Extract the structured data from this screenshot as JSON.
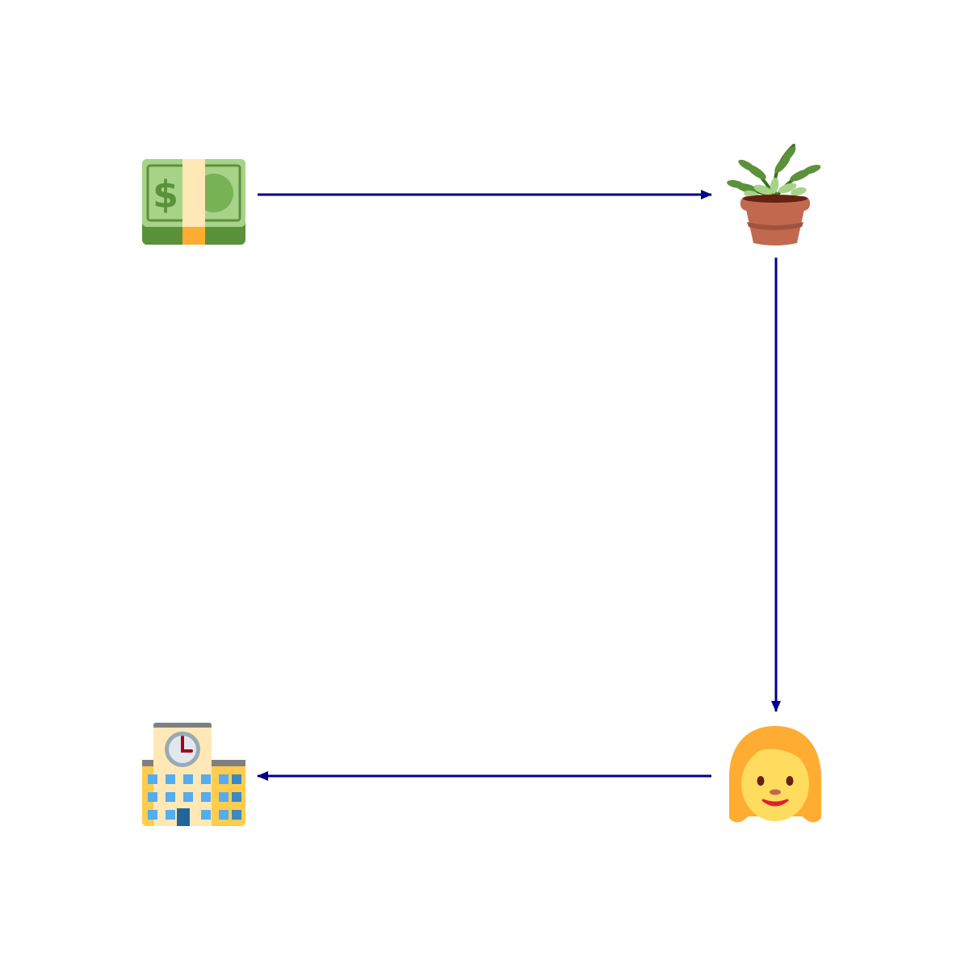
{
  "diagram": {
    "type": "flow-cycle",
    "nodes": [
      {
        "id": "money",
        "icon": "dollar-banknote-icon"
      },
      {
        "id": "plant",
        "icon": "potted-plant-icon"
      },
      {
        "id": "woman",
        "icon": "woman-icon"
      },
      {
        "id": "office",
        "icon": "office-building-icon"
      }
    ],
    "edges": [
      {
        "from": "money",
        "to": "plant"
      },
      {
        "from": "plant",
        "to": "woman"
      },
      {
        "from": "woman",
        "to": "office"
      }
    ],
    "colors": {
      "arrow": "#00008b",
      "background": "#ffffff"
    }
  }
}
